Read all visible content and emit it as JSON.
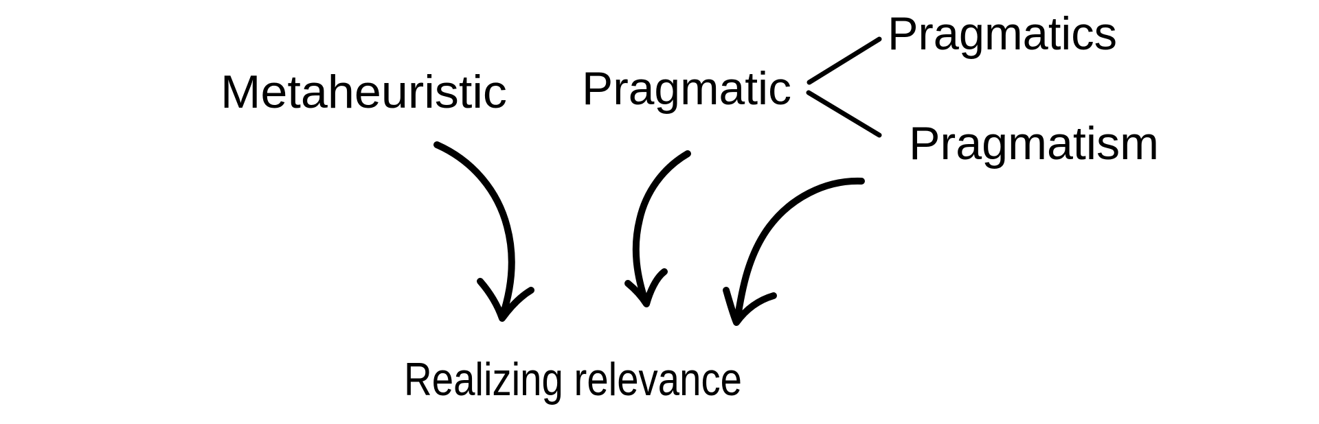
{
  "diagram": {
    "background": "#ffffff",
    "ink_color": "#000000",
    "nodes": {
      "metaheuristic": "Metaheuristic",
      "pragmatic": "Pragmatic",
      "pragmatics": "Pragmatics",
      "pragmatism": "Pragmatism",
      "realizing_relevance": "Realizing relevance"
    },
    "edges": [
      {
        "from": "Pragmatic",
        "to": "Pragmatics",
        "type": "branch-line"
      },
      {
        "from": "Pragmatic",
        "to": "Pragmatism",
        "type": "branch-line"
      },
      {
        "from": "Metaheuristic",
        "to": "Realizing relevance",
        "type": "curved-arrow"
      },
      {
        "from": "Pragmatic",
        "to": "Realizing relevance",
        "type": "curved-arrow"
      },
      {
        "from": "Pragmatism",
        "to": "Realizing relevance",
        "type": "curved-arrow"
      }
    ]
  }
}
